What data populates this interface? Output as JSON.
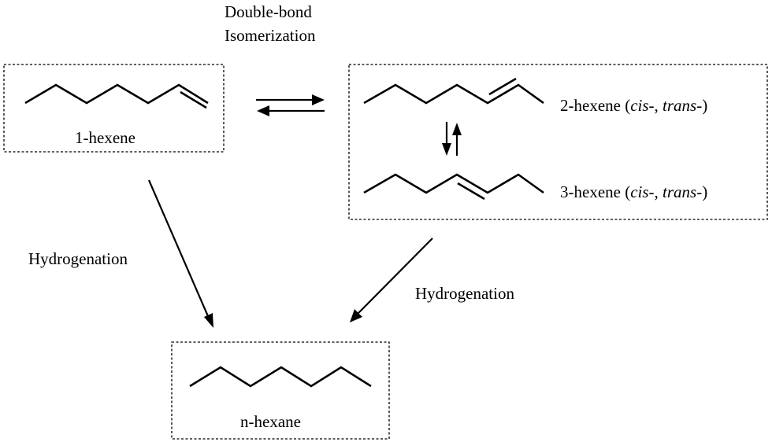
{
  "labels": {
    "isomerization_line1": "Double-bond",
    "isomerization_line2": "Isomerization",
    "hexene1": "1-hexene",
    "hexene2_main": "2-hexene (",
    "hexene2_cis": "cis-",
    "hexene2_sep": ", ",
    "hexene2_trans": "trans-",
    "hexene2_close": ")",
    "hexene3_main": "3-hexene (",
    "hexene3_cis": "cis-",
    "hexene3_sep": ", ",
    "hexene3_trans": "trans-",
    "hexene3_close": ")",
    "hydrogenation_left": "Hydrogenation",
    "hydrogenation_right": "Hydrogenation",
    "nhexane": "n-hexane"
  }
}
